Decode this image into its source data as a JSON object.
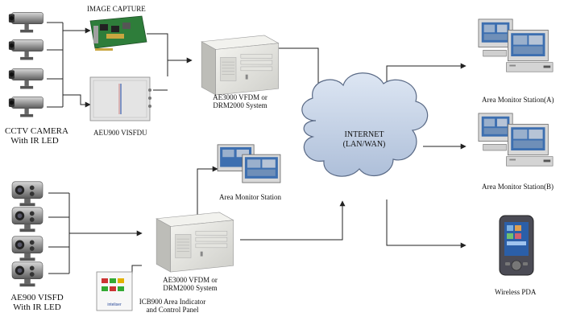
{
  "labels": {
    "image_capture": "IMAGE CAPTURE",
    "cctv_camera_line1": "CCTV CAMERA",
    "cctv_camera_line2": "With IR LED",
    "aeu900": "AEU900 VISFDU",
    "server_top_line1": "AE3000 VFDM or",
    "server_top_line2": "DRM2000 System",
    "internet_line1": "INTERNET",
    "internet_line2": "(LAN/WAN)",
    "monitor_a": "Area Monitor Station(A)",
    "monitor_b": "Area Monitor Station(B)",
    "area_monitor_station": "Area Monitor Station",
    "ae900_line1": "AE900 VISFD",
    "ae900_line2": "With IR LED",
    "server_bottom_line1": "AE3000 VFDM or",
    "server_bottom_line2": "DRM2000 System",
    "icb900_line1": "ICB900 Area Indicator",
    "icb900_line2": "and Control Panel",
    "wireless_pda": "Wireless PDA"
  },
  "panel_brand": "inteliser",
  "colors": {
    "line": "#222222",
    "cloud_fill": "#c9d6ea",
    "cloud_stroke": "#5a6a86",
    "pcb_green": "#2e7d3a",
    "server_body": "#e6e6e2",
    "screen_blue": "#3d6fb0"
  },
  "icons": {
    "camera": "cctv-camera-icon",
    "server": "server-icon",
    "capture_card": "capture-card-icon",
    "visfdu_box": "visfdu-box-icon",
    "monitor": "workstation-icon",
    "pda": "pda-icon",
    "panel": "control-panel-icon"
  }
}
